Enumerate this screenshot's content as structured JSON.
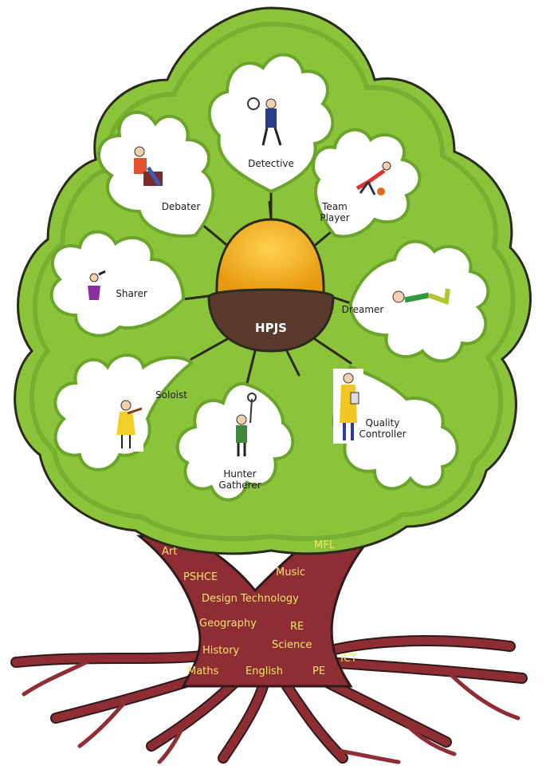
{
  "center_label": "HPJS",
  "leaves": {
    "detective": "Detective",
    "debater": "Debater",
    "team_player": "Team\nPlayer",
    "sharer": "Sharer",
    "dreamer": "Dreamer",
    "soloist": "Soloist",
    "quality_controller": "Quality\nController",
    "hunter_gatherer": "Hunter\nGatherer"
  },
  "subjects": {
    "art": "Art",
    "mfl": "MFL",
    "pshce": "PSHCE",
    "music": "Music",
    "design_technology": "Design Technology",
    "geography": "Geography",
    "re": "RE",
    "history": "History",
    "science": "Science",
    "ict": "ICT",
    "maths": "Maths",
    "english": "English",
    "pe": "PE"
  },
  "colors": {
    "canopy": "#8bc43a",
    "canopy_dark": "#5f9a22",
    "leaf_fill": "#ffffff",
    "trunk": "#8e2e34",
    "acorn_cap": "#5a3a2c",
    "acorn_nut": "#f2a516",
    "subject_text": "#f4e36a"
  }
}
